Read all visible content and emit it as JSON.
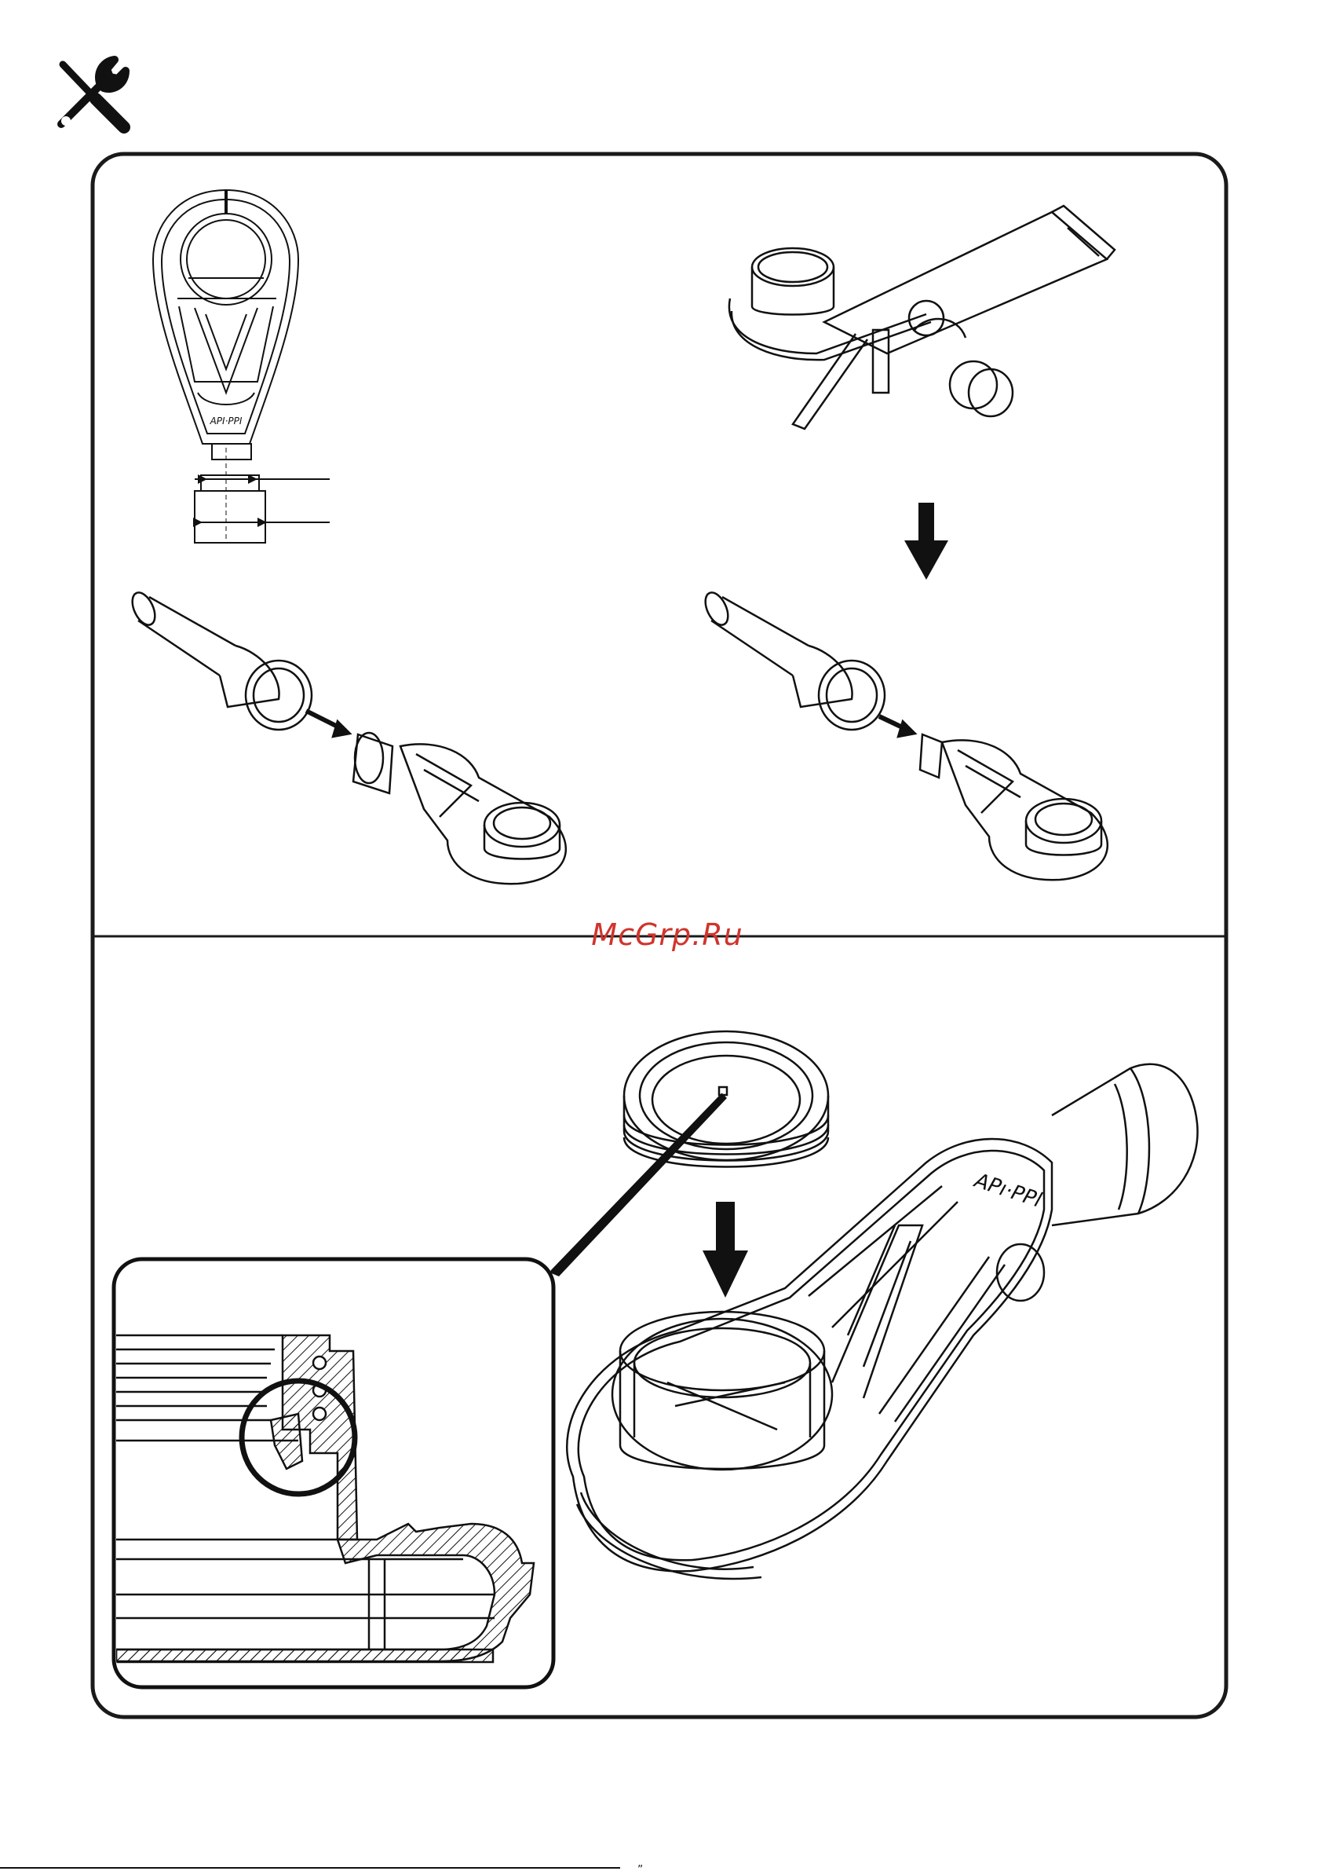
{
  "page": {
    "header_icon": "tools-icon",
    "watermark": "McGrp.Ru",
    "brand_mark": "APı·PPl",
    "brand_mark_small": "API·PPI",
    "footer_page_mark": "„"
  },
  "panels": {
    "top": {
      "steps": [
        "dimension-diagram",
        "cutting-jig",
        "pipe-to-trap-left",
        "pipe-to-trap-right"
      ]
    },
    "bottom": {
      "steps": [
        "outlet-ring",
        "trap-body",
        "seal-detail-inset"
      ]
    }
  },
  "colors": {
    "line": "#111111",
    "frame": "#1a1a1a",
    "watermark": "#d0342c"
  }
}
